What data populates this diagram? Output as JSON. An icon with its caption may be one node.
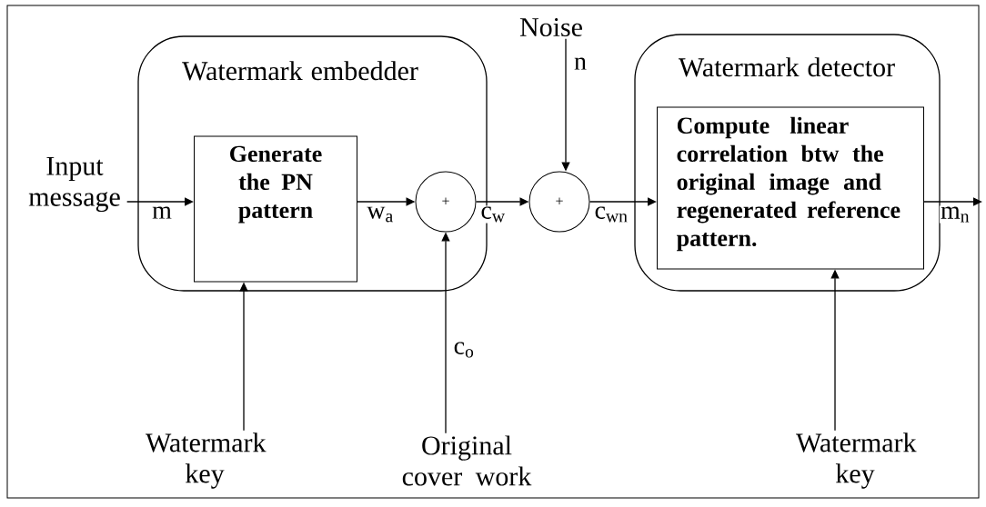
{
  "diagram": {
    "nodes": [
      {
        "text": [
          "Watermark embedder"
        ]
      },
      {
        "text": [
          "Generate the PN pattern"
        ],
        "in": 0
      },
      {
        "text": [
          "+"
        ],
        "in": 0
      },
      {
        "text": [
          "+"
        ]
      },
      {
        "text": [
          "Watermark detector"
        ]
      },
      {
        "text": [
          "Compute linear correlation btw the original image and regenerated reference pattern."
        ],
        "in": 4
      },
      {
        "text": [
          "Input message"
        ]
      },
      {
        "text": [
          "Noise"
        ]
      },
      {
        "text": [
          "Watermark key"
        ]
      },
      {
        "text": [
          "Original cover work"
        ]
      },
      {
        "text": [
          "Watermark key"
        ]
      }
    ],
    "edges": [
      {
        "from": 6,
        "to": 1,
        "arrow": "to",
        "label": "m"
      },
      {
        "from": 1,
        "to": 2,
        "arrow": "to",
        "label": "w$_{a}$"
      },
      {
        "from": 2,
        "to": 3,
        "arrow": "to",
        "label": "c$_{w}$"
      },
      {
        "from": 3,
        "to": 5,
        "arrow": "to",
        "label": "c$_{wn}$"
      },
      {
        "from": 5,
        "to": null,
        "arrow": "to",
        "label": "m$_{n}$"
      },
      {
        "from": 7,
        "to": 3,
        "arrow": "to",
        "label": "n"
      },
      {
        "from": 8,
        "to": 1,
        "arrow": "to"
      },
      {
        "from": 9,
        "to": 2,
        "arrow": "to",
        "label": "c$_{o}$"
      },
      {
        "from": 10,
        "to": 5,
        "arrow": "to"
      }
    ]
  }
}
